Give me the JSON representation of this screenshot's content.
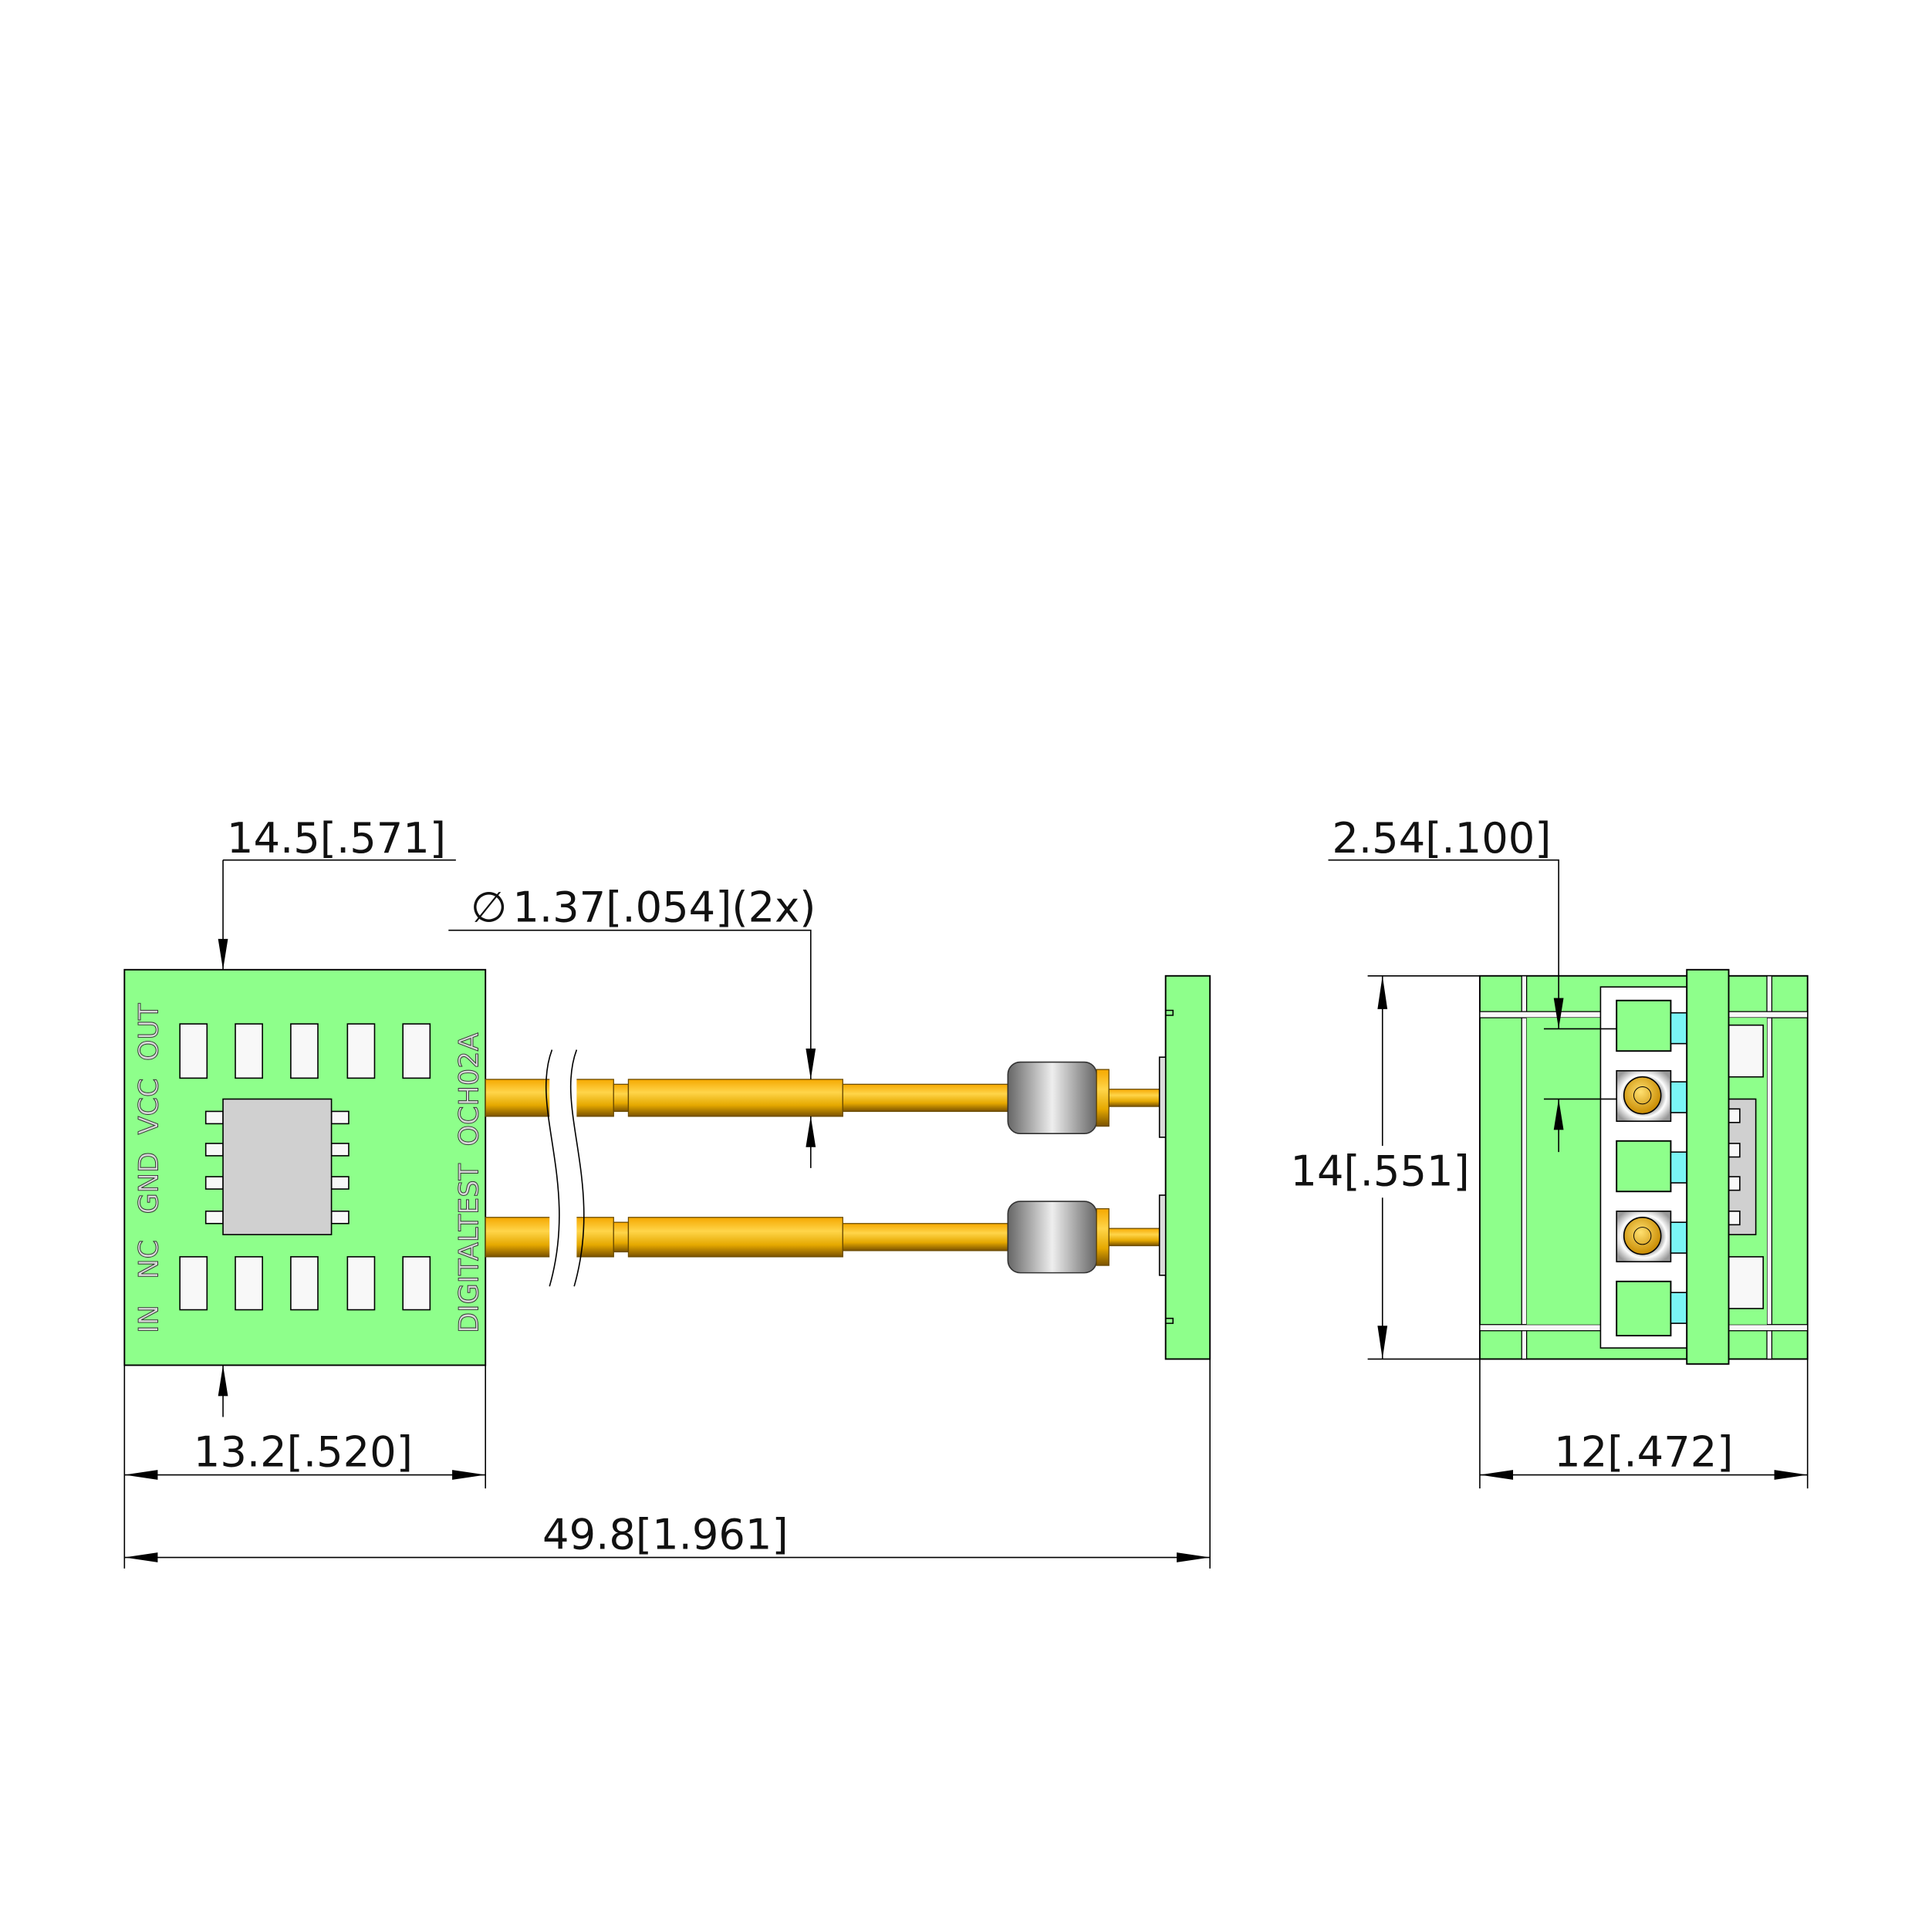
{
  "silkscreen": {
    "pin_labels": "IN   NC   GND  VCC  OUT",
    "board_label": "DIGITALTEST  OCH02A"
  },
  "dimensions": {
    "top_width": "14.5[.571]",
    "pin_diameter": "1.37[.054](2x)",
    "diameter_symbol": "∅",
    "board_width": "13.2[.520]",
    "overall_length": "49.8[1.961]",
    "pitch": "2.54[.100]",
    "height": "14[.551]",
    "end_width": "12[.472]"
  },
  "colors": {
    "board": "#8eff8b",
    "pin": "#f2b600",
    "contact": "#7af5f5"
  }
}
